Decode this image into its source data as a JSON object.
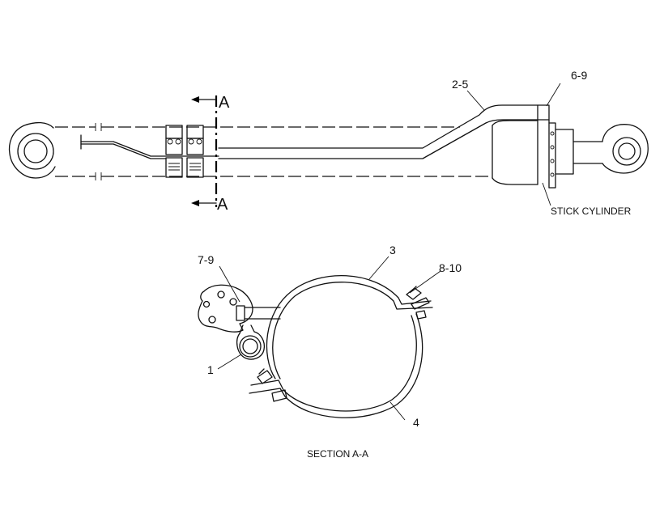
{
  "section_markers": {
    "top": "A",
    "bottom": "A"
  },
  "callouts": {
    "c_2_5": "2-5",
    "c_6_9": "6-9",
    "c_7_9": "7-9",
    "c_3": "3",
    "c_8_10": "8-10",
    "c_1": "1",
    "c_4": "4"
  },
  "captions": {
    "stick_cylinder": "STICK CYLINDER",
    "section": "SECTION A-A"
  }
}
